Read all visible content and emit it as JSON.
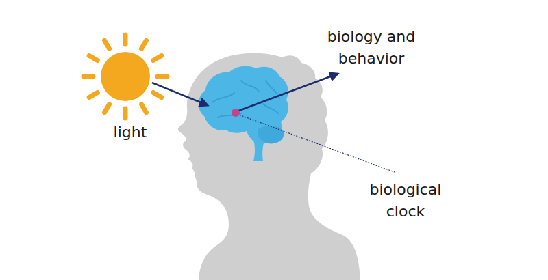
{
  "diagram": {
    "labels": [
      "biology and behavior",
      "light",
      "biological clock"
    ]
  }
}
